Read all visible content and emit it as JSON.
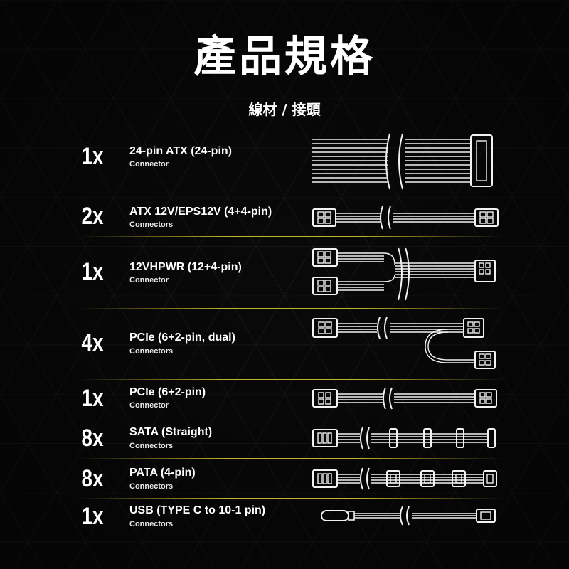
{
  "page": {
    "title": "產品規格",
    "subtitle": "線材 / 接頭"
  },
  "colors": {
    "background": "#0b0b0b",
    "text": "#ffffff",
    "divider_accent": "#d8c62e",
    "cable_stroke": "#f2f2f2"
  },
  "cables": [
    {
      "qty": "1x",
      "name": "24-pin ATX (24-pin)",
      "sub": "Connector",
      "icon": "atx-24pin-cable-icon"
    },
    {
      "qty": "2x",
      "name": "ATX 12V/EPS12V (4+4-pin)",
      "sub": "Connectors",
      "icon": "eps-cable-icon"
    },
    {
      "qty": "1x",
      "name": "12VHPWR (12+4-pin)",
      "sub": "Connector",
      "icon": "12vhpwr-cable-icon"
    },
    {
      "qty": "4x",
      "name": "PCIe (6+2-pin, dual)",
      "sub": "Connectors",
      "icon": "pcie-dual-cable-icon"
    },
    {
      "qty": "1x",
      "name": "PCIe (6+2-pin)",
      "sub": "Connector",
      "icon": "pcie-cable-icon"
    },
    {
      "qty": "8x",
      "name": "SATA (Straight)",
      "sub": "Connectors",
      "icon": "sata-cable-icon"
    },
    {
      "qty": "8x",
      "name": "PATA (4-pin)",
      "sub": "Connectors",
      "icon": "pata-cable-icon"
    },
    {
      "qty": "1x",
      "name": "USB (TYPE C to 10-1 pin)",
      "sub": "Connectors",
      "icon": "usb-cable-icon"
    }
  ]
}
